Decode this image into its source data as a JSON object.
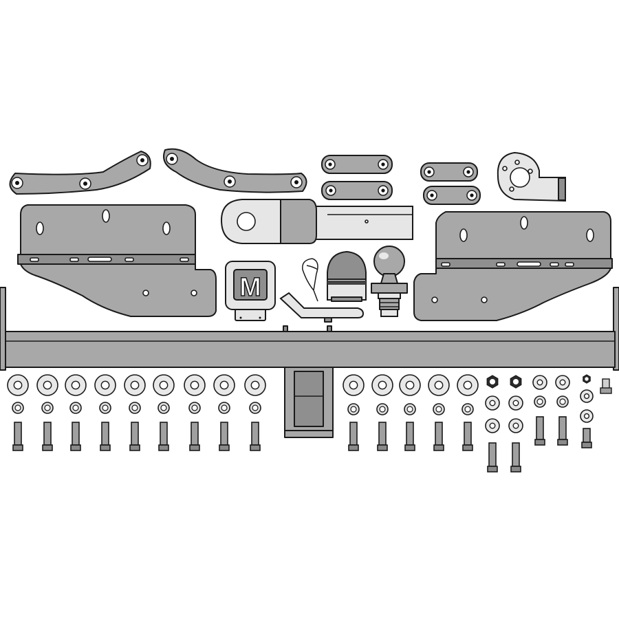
{
  "diagram": {
    "brand_mark": "M",
    "socket_cover_text": "",
    "icons": [
      "bracket-arm",
      "mounting-plate",
      "tow-ball",
      "socket-cover",
      "hitch-pin",
      "r-clip",
      "washer",
      "spring-washer",
      "bolt",
      "nut"
    ]
  }
}
